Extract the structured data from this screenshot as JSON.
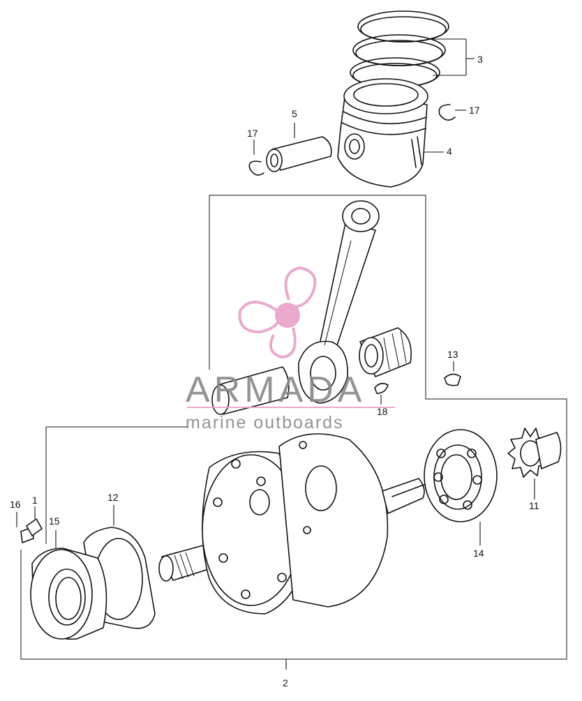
{
  "watermark": {
    "brand": "ARMADA",
    "tagline": "marine outboards",
    "colors": {
      "logo": "#e8a0c8",
      "text": "#8a8a8a"
    }
  },
  "callouts": {
    "c1": "1",
    "c2": "2",
    "c3": "3",
    "c4": "4",
    "c5": "5",
    "c11": "11",
    "c12": "12",
    "c13": "13",
    "c14": "14",
    "c15": "15",
    "c16": "16",
    "c17a": "17",
    "c17b": "17",
    "c18": "18"
  }
}
